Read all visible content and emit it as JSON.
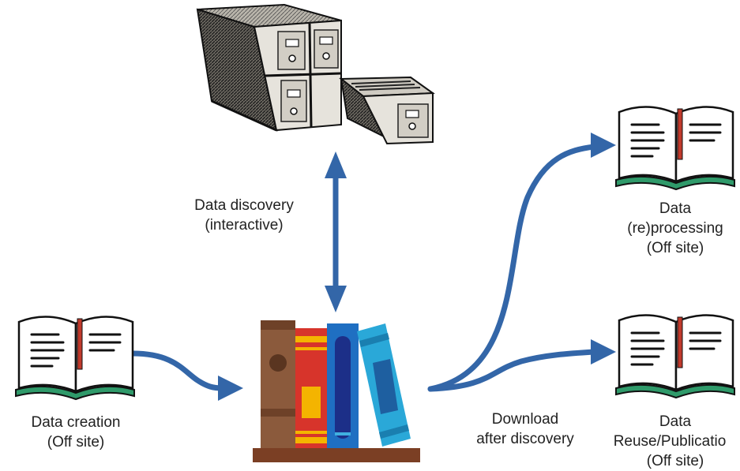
{
  "labels": {
    "discovery": {
      "line1": "Data discovery",
      "line2": "(interactive)"
    },
    "creation": {
      "line1": "Data creation",
      "line2": "(Off site)"
    },
    "download": {
      "line1": "Download",
      "line2": "after discovery"
    },
    "reprocessing": {
      "line1": "Data",
      "line2": "(re)processing",
      "line3": "(Off site)"
    },
    "reuse": {
      "line1": "Data",
      "line2": "Reuse/Publicatio",
      "line3": "(Off site)"
    }
  },
  "colors": {
    "arrow": "#3366a8",
    "book_green": "#2f9a6a",
    "book_ribbon": "#c0392b",
    "cabinet_dark": "#2b2b2b",
    "cabinet_light": "#d9d6cf",
    "shelf": "#7b3f24"
  },
  "icons": {
    "card_catalog": "card-catalog-icon",
    "open_book": "open-book-icon",
    "book_shelf": "books-on-shelf-icon"
  }
}
